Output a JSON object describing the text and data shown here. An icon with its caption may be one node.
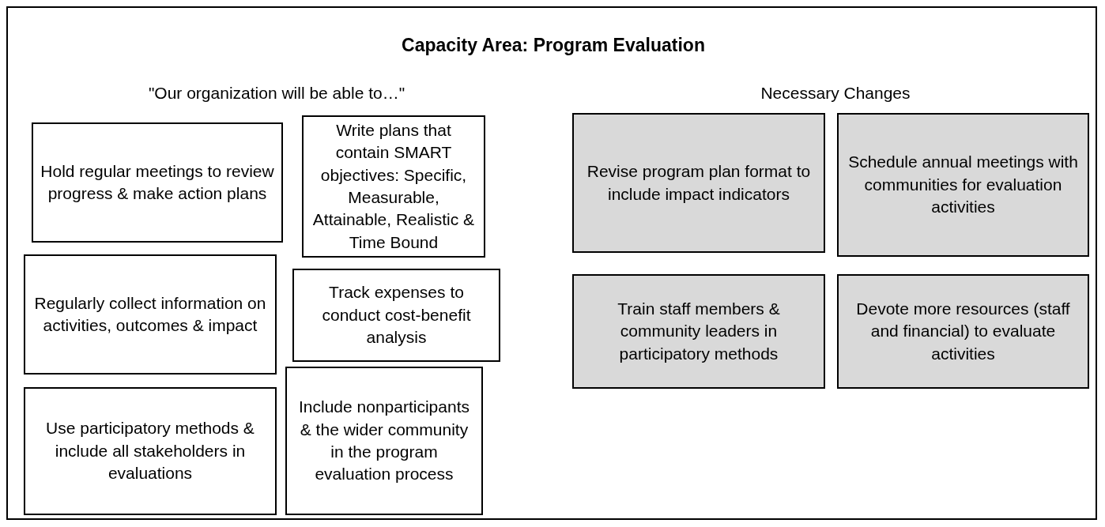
{
  "diagram": {
    "title": "Capacity Area: Program Evaluation",
    "nodes": [
      {
        "text": [
          "Hold regular meetings to review progress & make action plans"
        ]
      },
      {
        "text": [
          "Write plans that contain SMART objectives: Specific, Measurable, Attainable, Realistic & Time Bound"
        ]
      },
      {
        "text": [
          "Regularly collect information on activities, outcomes & impact"
        ]
      },
      {
        "text": [
          "Track expenses to conduct cost-benefit analysis"
        ]
      },
      {
        "text": [
          "Use participatory methods & include all stakeholders in evaluations"
        ]
      },
      {
        "text": [
          "Include nonparticipants & the wider community in the program evaluation process"
        ]
      },
      {
        "text": [
          "Revise program plan format to include impact indicators"
        ]
      },
      {
        "text": [
          "Schedule annual meetings with communities for evaluation activities"
        ]
      },
      {
        "text": [
          "Train staff members & community leaders in participatory methods"
        ]
      },
      {
        "text": [
          "Devote more resources (staff and financial) to evaluate activities"
        ]
      }
    ],
    "edges": [],
    "labels": [
      "\"Our organization will be able to…\"",
      "Necessary Changes"
    ]
  }
}
